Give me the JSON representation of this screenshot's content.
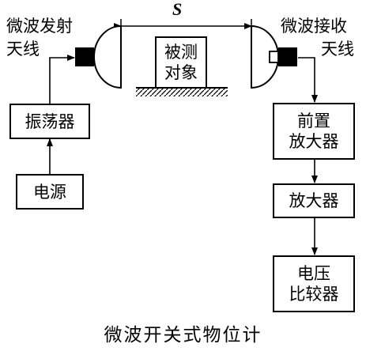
{
  "transmit_antenna": {
    "line1": "微波发射",
    "line2": "天线"
  },
  "receive_antenna": {
    "line1": "微波接收",
    "line2": "天线"
  },
  "distance_label": "S",
  "target": {
    "line1": "被测",
    "line2": "对象"
  },
  "oscillator": "振荡器",
  "power_supply": "电源",
  "preamplifier": {
    "line1": "前置",
    "line2": "放大器"
  },
  "amplifier": "放大器",
  "comparator": {
    "line1": "电压",
    "line2": "比较器"
  },
  "caption": "微波开关式物位计"
}
